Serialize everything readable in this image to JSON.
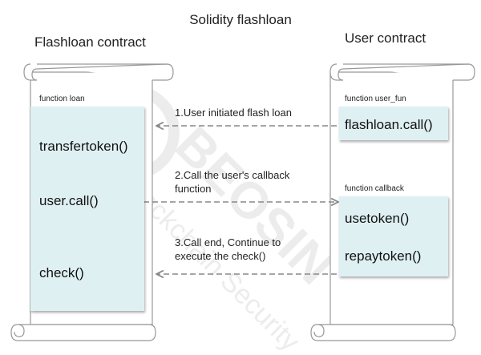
{
  "title": "Solidity flashloan",
  "left": {
    "heading": "Flashloan contract",
    "function_label": "function loan",
    "steps": [
      "transfertoken()",
      "user.call()",
      "check()"
    ]
  },
  "right": {
    "heading": "User contract",
    "function1_label": "function user_fun",
    "function1_code": "flashloan.call()",
    "function2_label": "function callback",
    "function2_code": [
      "usetoken()",
      "repaytoken()"
    ]
  },
  "arrows": [
    {
      "label": "1.User initiated flash loan",
      "direction": "right-to-left"
    },
    {
      "label_lines": [
        "2.Call the user's callback",
        "function"
      ],
      "direction": "left-to-right"
    },
    {
      "label_lines": [
        "3.Call end, Continue to",
        "execute the check()"
      ],
      "direction": "right-to-left"
    }
  ],
  "watermark": "BEOSIN Blockchain Security",
  "colors": {
    "scroll_fill": "#ffffff",
    "scroll_stroke": "#999999",
    "box_fill": "#dff0f3",
    "arrow": "#888888"
  }
}
